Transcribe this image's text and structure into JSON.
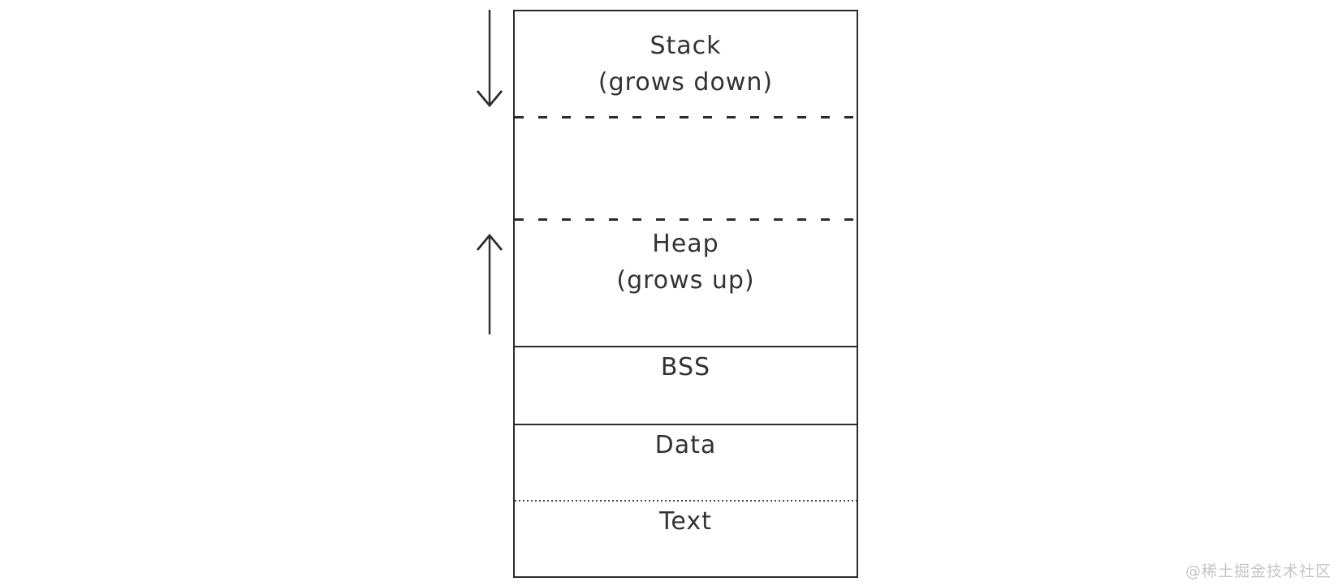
{
  "diagram": {
    "type": "memory-layout",
    "line_color": "#2b2b2b",
    "text_color": "#333333",
    "sections": [
      {
        "id": "stack",
        "label": "Stack",
        "sublabel": "(grows down)",
        "separator_below": "dashed"
      },
      {
        "id": "gap",
        "label": "",
        "sublabel": "",
        "separator_below": "dashed"
      },
      {
        "id": "heap",
        "label": "Heap",
        "sublabel": "(grows up)",
        "separator_below": "solid"
      },
      {
        "id": "bss",
        "label": "BSS",
        "sublabel": "",
        "separator_below": "solid"
      },
      {
        "id": "data",
        "label": "Data",
        "sublabel": "",
        "separator_below": "dotted"
      },
      {
        "id": "text",
        "label": "Text",
        "sublabel": "",
        "separator_below": "none"
      }
    ],
    "arrows": [
      {
        "id": "stack-growth",
        "direction": "down"
      },
      {
        "id": "heap-growth",
        "direction": "up"
      }
    ]
  },
  "watermark": {
    "text": "@稀土掘金技术社区",
    "color": "#c6c6c6"
  }
}
